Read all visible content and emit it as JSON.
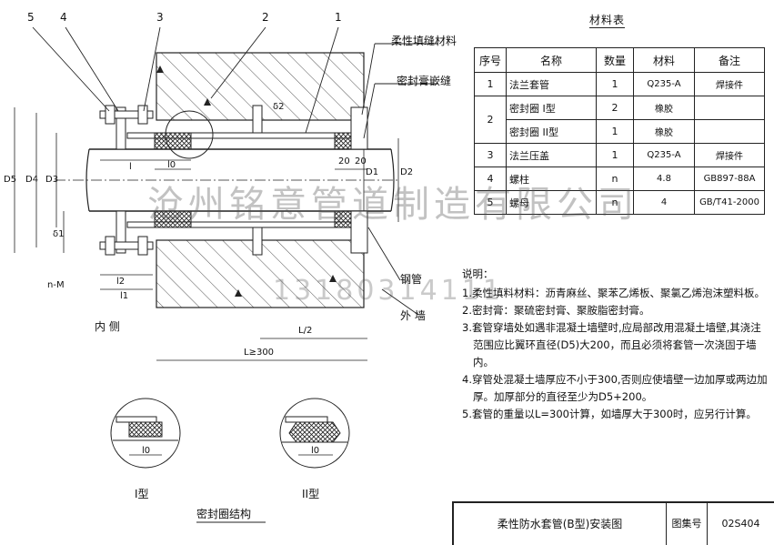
{
  "callouts": {
    "n1": "1",
    "n2": "2",
    "n3": "3",
    "n4": "4",
    "n5": "5",
    "flex_fill": "柔性填缝材料",
    "sealant": "密封膏嵌缝",
    "steel_pipe": "钢管",
    "outside": "外  墙",
    "inside": "内  侧"
  },
  "dims": {
    "d5": "D5",
    "d4": "D4",
    "d3": "D3",
    "d1": "D1",
    "d2": "D2",
    "delta1": "δ1",
    "l": "l",
    "l0": "l0",
    "l1": "l1",
    "l2": "l2",
    "nm": "n-M",
    "half_l": "L/2",
    "l300": "L≥300",
    "twenty_a": "20",
    "twenty_b": "20",
    "delta2": "δ2",
    "detail_l0_a": "l0",
    "detail_l0_b": "l0"
  },
  "details": {
    "type1": "I型",
    "type2": "II型",
    "caption": "密封圈结构"
  },
  "materials_table": {
    "title": "材料表",
    "headers": [
      "序号",
      "名称",
      "数量",
      "材料",
      "备注"
    ],
    "rows": [
      [
        "1",
        "法兰套管",
        "1",
        "Q235-A",
        "焊接件"
      ],
      [
        "2",
        "密封圈  I型",
        "2",
        "橡胶",
        ""
      ],
      [
        "",
        "密封圈  II型",
        "1",
        "橡胶",
        ""
      ],
      [
        "3",
        "法兰压盖",
        "1",
        "Q235-A",
        "焊接件"
      ],
      [
        "4",
        "螺柱",
        "n",
        "4.8",
        "GB897-88A"
      ],
      [
        "5",
        "螺母",
        "n",
        "4",
        "GB/T41-2000"
      ]
    ]
  },
  "notes": {
    "title": "说明：",
    "items": [
      "1.柔性填料材料：沥青麻丝、聚苯乙烯板、聚氯乙烯泡沫塑料板。",
      "2.密封膏：聚硫密封膏、聚胺脂密封膏。",
      "3.套管穿墙处如遇非混凝土墙壁时,应局部改用混凝土墙壁,其浇注范围应比翼环直径(D5)大200，而且必须将套管一次浇固于墙内。",
      "4.穿管处混凝土墙厚应不小于300,否则应使墙壁一边加厚或两边加厚。加厚部分的直径至少为D5+200。",
      "5.套管的重量以L=300计算，如墙厚大于300时，应另行计算。"
    ]
  },
  "title_block": {
    "drawing_name": "柔性防水套管(B型)安装图",
    "atlas_label": "图集号",
    "atlas_no": "02S404"
  },
  "watermark": {
    "company": "沧州铭意管道制造有限公司",
    "phone": "13180314111"
  },
  "colors": {
    "line": "#222222",
    "hatch": "#555555",
    "seal": "#333333",
    "watermark": "#777777"
  }
}
